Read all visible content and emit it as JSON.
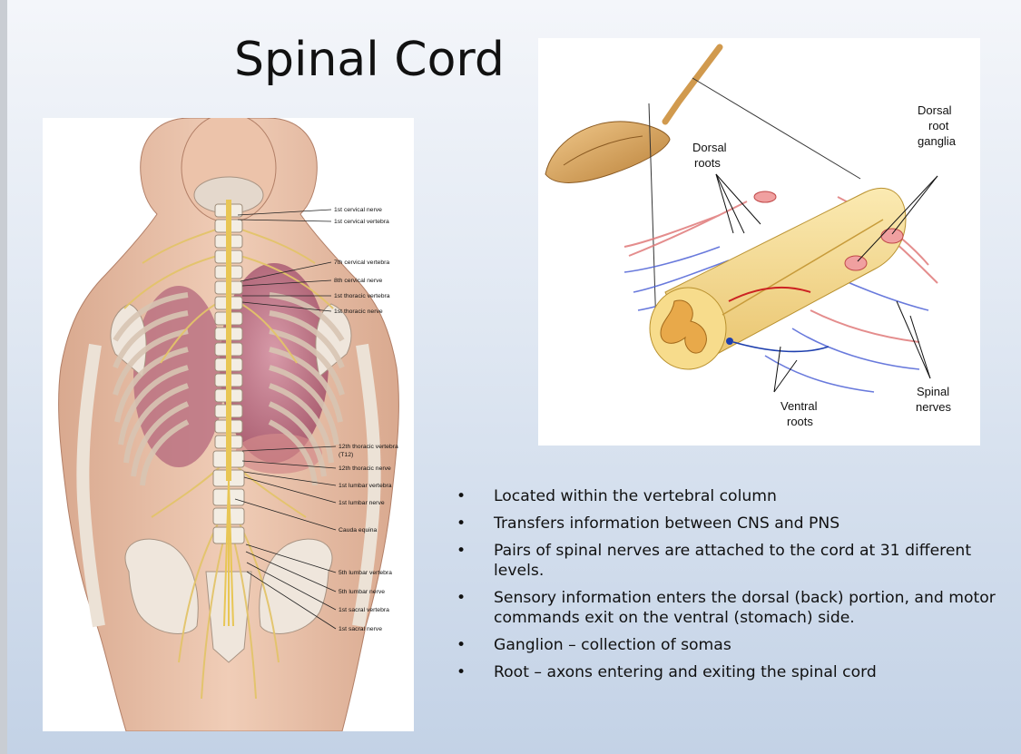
{
  "slide": {
    "title": "Spinal Cord",
    "bullets": [
      "Located within the vertebral column",
      "Transfers information between CNS and PNS",
      "Pairs of spinal nerves are attached to the cord at 31 different levels.",
      "Sensory information enters the dorsal (back) portion, and motor commands exit on the ventral (stomach) side.",
      "Ganglion – collection of somas",
      "Root – axons entering and exiting the spinal cord"
    ]
  },
  "left_figure": {
    "labels": [
      "1st cervical nerve",
      "1st cervical vertebra",
      "7th cervical vertebra",
      "8th cervical nerve",
      "1st thoracic vertebra",
      "1st thoracic nerve",
      "12th thoracic vertebra",
      "(T12)",
      "12th thoracic nerve",
      "1st lumbar vertebra",
      "1st lumbar nerve",
      "Cauda equina",
      "5th lumbar vertebra",
      "5th lumbar nerve",
      "1st sacral vertebra",
      "1st sacral nerve"
    ]
  },
  "right_figure": {
    "dorsal_roots": [
      "Dorsal",
      "roots"
    ],
    "dorsal_root_ganglia": [
      "Dorsal",
      "root",
      "ganglia"
    ],
    "ventral_roots": [
      "Ventral",
      "roots"
    ],
    "spinal_nerves": [
      "Spinal",
      "nerves"
    ]
  }
}
